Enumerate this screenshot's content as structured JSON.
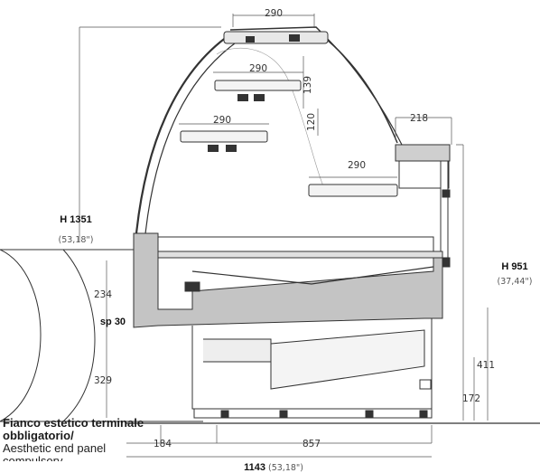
{
  "dimensions": {
    "top_width": "290",
    "shelf_upper_width": "290",
    "shelf_upper_gap": "139",
    "shelf_middle_width": "290",
    "shelf_middle_gap": "120",
    "rear_top_width": "218",
    "rear_shelf_width": "290",
    "overall_height": "H 1351",
    "overall_height_in": "(53,18\")",
    "counter_height": "H 951",
    "counter_height_in": "(37,44\")",
    "end_panel_upper": "234",
    "end_panel_thickness": "sp 30",
    "end_panel_lower": "329",
    "base_height_a": "411",
    "base_height_b": "172",
    "panel_depth": "184",
    "inner_depth": "857",
    "overall_depth": "1143",
    "overall_depth_in": "(53,18\")"
  },
  "note": {
    "line1": "Fianco estetico terminale",
    "line2": "obbligatorio/",
    "line3": "Aesthetic end panel",
    "line4": "compulsory"
  }
}
